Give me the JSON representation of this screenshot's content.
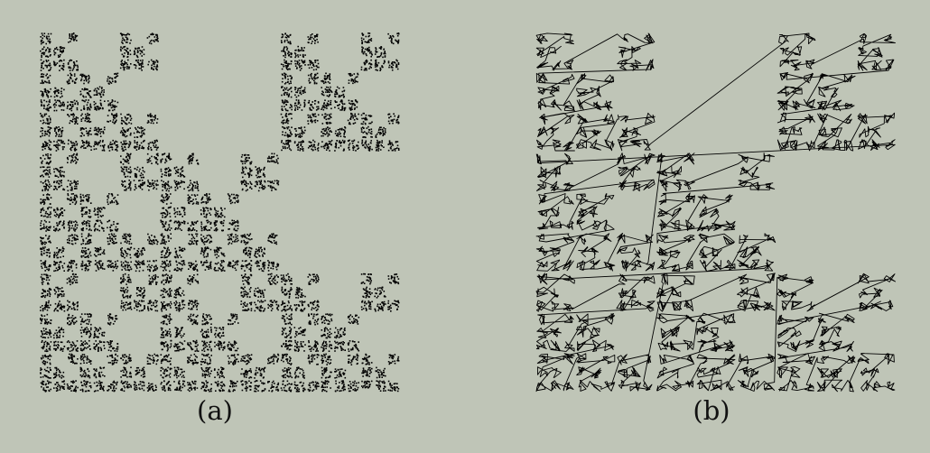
{
  "figure": {
    "panel_a": {
      "caption": "(a)",
      "style": "point-set"
    },
    "panel_b": {
      "caption": "(b)",
      "style": "connected-path"
    },
    "colors": {
      "background": "#bfc5b7",
      "ink": "#000000"
    }
  }
}
